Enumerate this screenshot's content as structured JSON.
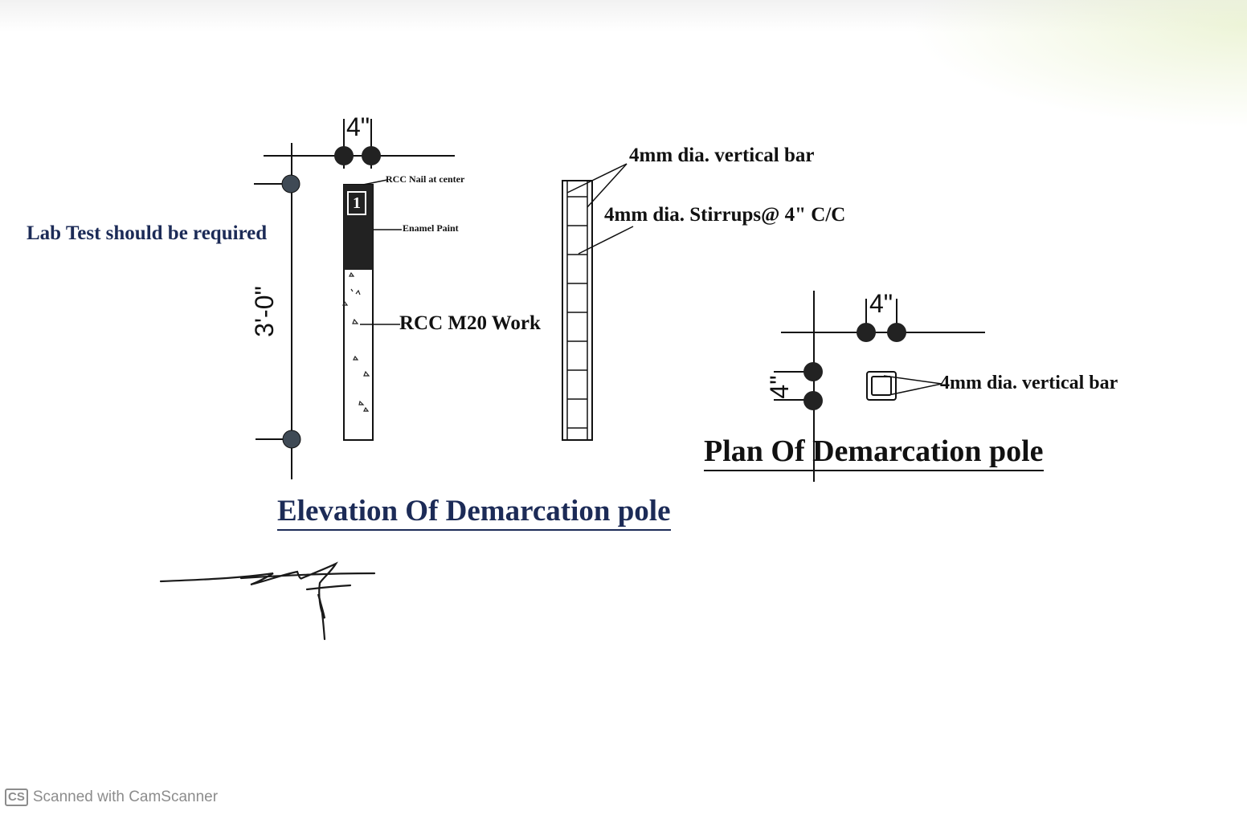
{
  "labels": {
    "top_dim": "4\"",
    "nail": "RCC Nail at center",
    "pole_number": "1",
    "enamel": "Enamel Paint",
    "lab_test": "Lab Test should be required",
    "height_dim": "3'-0\"",
    "rcc_work": "RCC M20 Work",
    "vertical_bar": "4mm dia. vertical bar",
    "stirrups": "4mm dia. Stirrups@ 4\" C/C",
    "elevation_title": "Elevation Of  Demarcation pole",
    "plan_dim_top": "4\"",
    "plan_dim_side": "4\"",
    "plan_vertical_bar": "4mm dia. vertical bar",
    "plan_title": "Plan Of  Demarcation pole"
  },
  "footer": {
    "logo": "CS",
    "text": "Scanned with CamScanner"
  },
  "colors": {
    "ink": "#111111",
    "ink_blue": "#1c2b57",
    "dot_grey": "#3f4a55",
    "paint_black": "#222222"
  }
}
